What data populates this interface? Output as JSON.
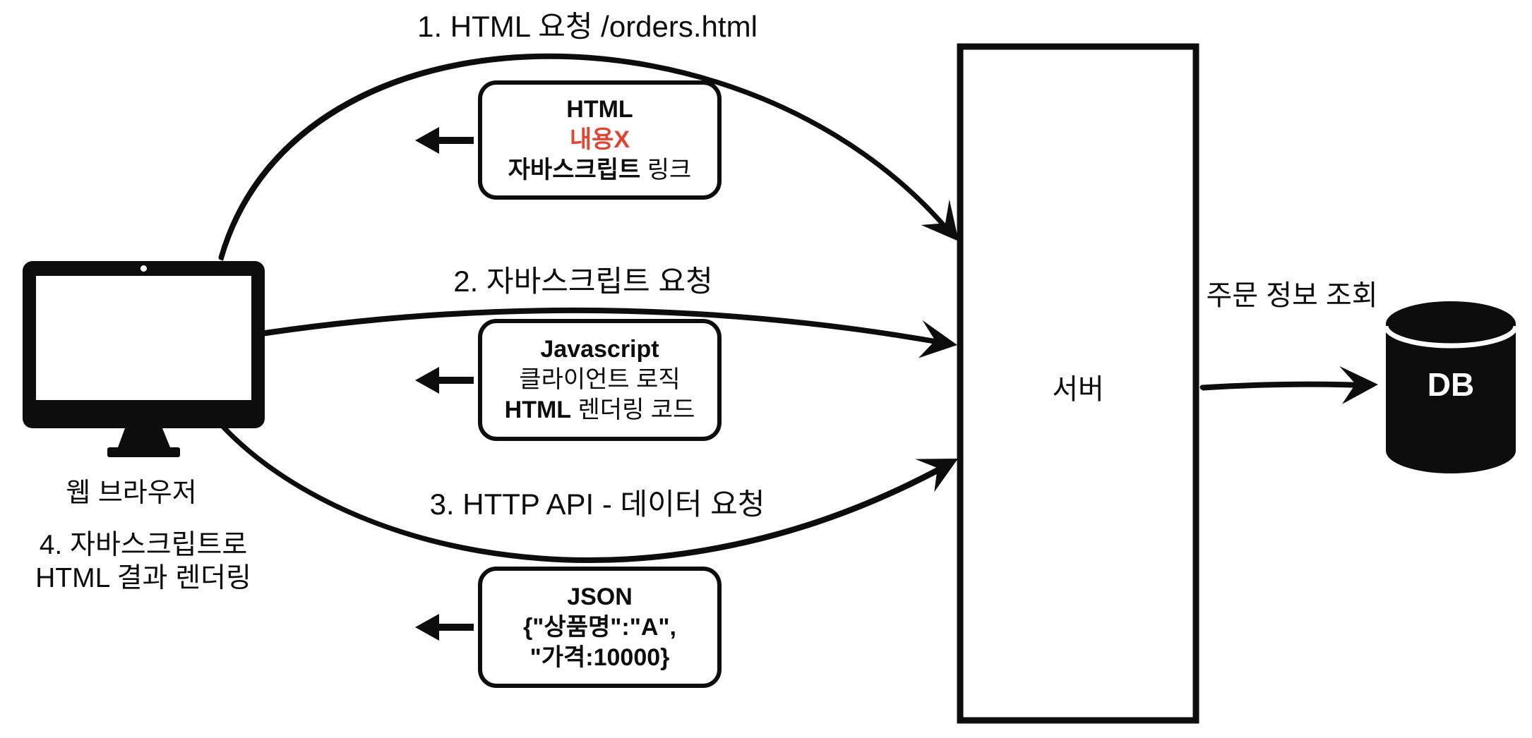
{
  "colors": {
    "ink": "#0d0d0d",
    "accent_red": "#E04533",
    "background": "#ffffff"
  },
  "browser": {
    "caption": "웹 브라우저",
    "step4_line1": "4. 자바스크립트로",
    "step4_line2": "HTML 결과 렌더링"
  },
  "flow1": {
    "label": "1. HTML 요청 /orders.html",
    "box": {
      "line1_strong": "HTML",
      "line2_strong": "내용X",
      "line3_strong": "자바스크립트",
      "line3_normal": " 링크"
    }
  },
  "flow2": {
    "label": "2. 자바스크립트 요청",
    "box": {
      "line1_strong": "Javascript",
      "line2_normal": "클라이언트 로직",
      "line3_strong": "HTML",
      "line3_normal": " 렌더링 코드"
    }
  },
  "flow3": {
    "label": "3. HTTP API -  데이터 요청",
    "box": {
      "line1_strong": "JSON",
      "line2_strong": "{\"상품명\":\"A\",",
      "line3_strong": "\"가격:10000}"
    }
  },
  "server": {
    "label": "서버"
  },
  "db": {
    "label": "DB",
    "query_label": "주문 정보 조회"
  },
  "icons": {
    "browser": "monitor-icon",
    "server": "server-box",
    "database": "db-cylinder-icon",
    "requests": [
      "request-arrow-1",
      "request-arrow-2",
      "request-arrow-3"
    ],
    "responses": [
      "response-arrow-html",
      "response-arrow-js",
      "response-arrow-json"
    ],
    "db_query": "db-query-arrow"
  }
}
